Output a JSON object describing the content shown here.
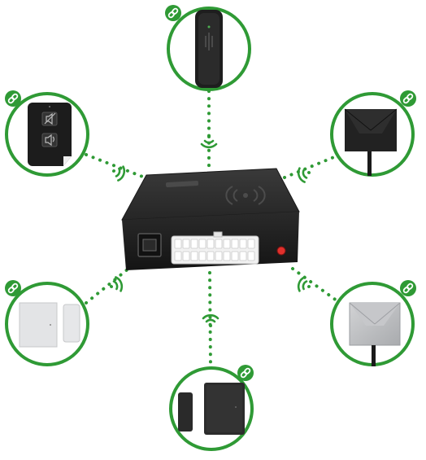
{
  "colors": {
    "accent": "#2f9a35",
    "device_dark": "#1f1f1f",
    "device_mid": "#2c2c2c",
    "sensor_light": "#d9dadc",
    "led": "#e0302c"
  },
  "hub": {
    "name": "control-unit",
    "connector_icon": "wireless-signal-icon",
    "led_icon": "red-led-icon"
  },
  "peripherals": [
    {
      "name": "wireless-siren",
      "position": "top",
      "badge_icon": "link-icon"
    },
    {
      "name": "remote-key-fob",
      "position": "upper-left",
      "badge_icon": "link-icon"
    },
    {
      "name": "outdoor-sensor-dark",
      "position": "upper-right",
      "badge_icon": "link-icon"
    },
    {
      "name": "door-window-sensor-white",
      "position": "lower-left",
      "badge_icon": "link-icon"
    },
    {
      "name": "outdoor-sensor-grey",
      "position": "lower-right",
      "badge_icon": "link-icon"
    },
    {
      "name": "door-window-sensor-black",
      "position": "bottom",
      "badge_icon": "link-icon"
    }
  ]
}
